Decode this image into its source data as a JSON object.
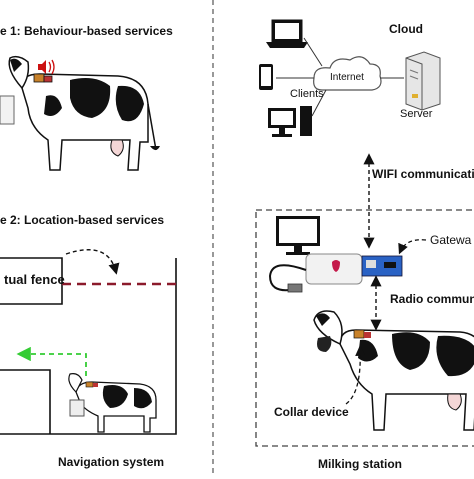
{
  "left_panel": {
    "scenario1_title": "e 1: Behaviour-based services",
    "scenario2_title": "e 2: Location-based services",
    "virtual_fence_label": "tual fence",
    "navigation_caption": "Navigation system"
  },
  "right_panel": {
    "cloud_label": "Cloud",
    "internet_label": "Internet",
    "clients_label": "Clients",
    "server_label": "Server",
    "wifi_label": "WIFI communicatio",
    "gateway_label": "Gatewa",
    "radio_label": "Radio commun",
    "collar_label": "Collar device",
    "milking_caption": "Milking station"
  },
  "colors": {
    "fence_line": "#8b1a2b",
    "nav_arrow": "#33cc33",
    "alarm": "#cc1111",
    "gateway_board": "#2a62c4"
  }
}
